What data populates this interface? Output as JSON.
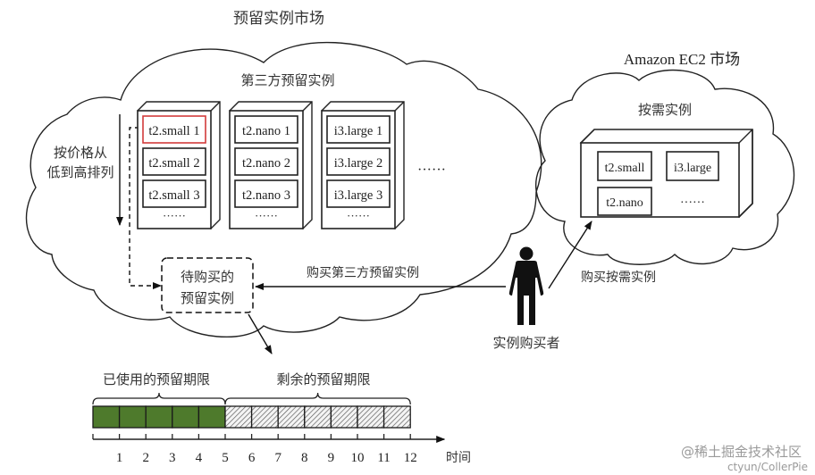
{
  "titles": {
    "reserved_market": "预留实例市场",
    "third_party": "第三方预留实例",
    "ec2_market": "Amazon EC2 市场",
    "on_demand": "按需实例"
  },
  "sort_label": [
    "按价格从",
    "低到高排列"
  ],
  "racks": [
    {
      "items": [
        "t2.small 1",
        "t2.small 2",
        "t2.small 3"
      ],
      "more": "······",
      "highlighted_index": 0
    },
    {
      "items": [
        "t2.nano 1",
        "t2.nano 2",
        "t2.nano 3"
      ],
      "more": "······"
    },
    {
      "items": [
        "i3.large 1",
        "i3.large 2",
        "i3.large 3"
      ],
      "more": "······"
    }
  ],
  "racks_more": "······",
  "on_demand_items": [
    "t2.small",
    "i3.large",
    "t2.nano",
    "······"
  ],
  "pending_box": [
    "待购买的",
    "预留实例"
  ],
  "edges": {
    "buy_third_party": "购买第三方预留实例",
    "buy_on_demand": "购买按需实例"
  },
  "buyer_label": "实例购买者",
  "timeline": {
    "used_label": "已使用的预留期限",
    "remaining_label": "剩余的预留期限",
    "ticks": [
      "1",
      "2",
      "3",
      "4",
      "5",
      "6",
      "7",
      "8",
      "9",
      "10",
      "11",
      "12"
    ],
    "axis_label": "时间",
    "used_periods": 5,
    "total_periods": 12,
    "used_color": "#4e7a2c",
    "remaining_pattern": "hatched"
  },
  "colors": {
    "highlight": "#d23b3b"
  },
  "watermark": {
    "line1": "@稀土掘金技术社区",
    "line2": "ctyun/CollerPie"
  }
}
